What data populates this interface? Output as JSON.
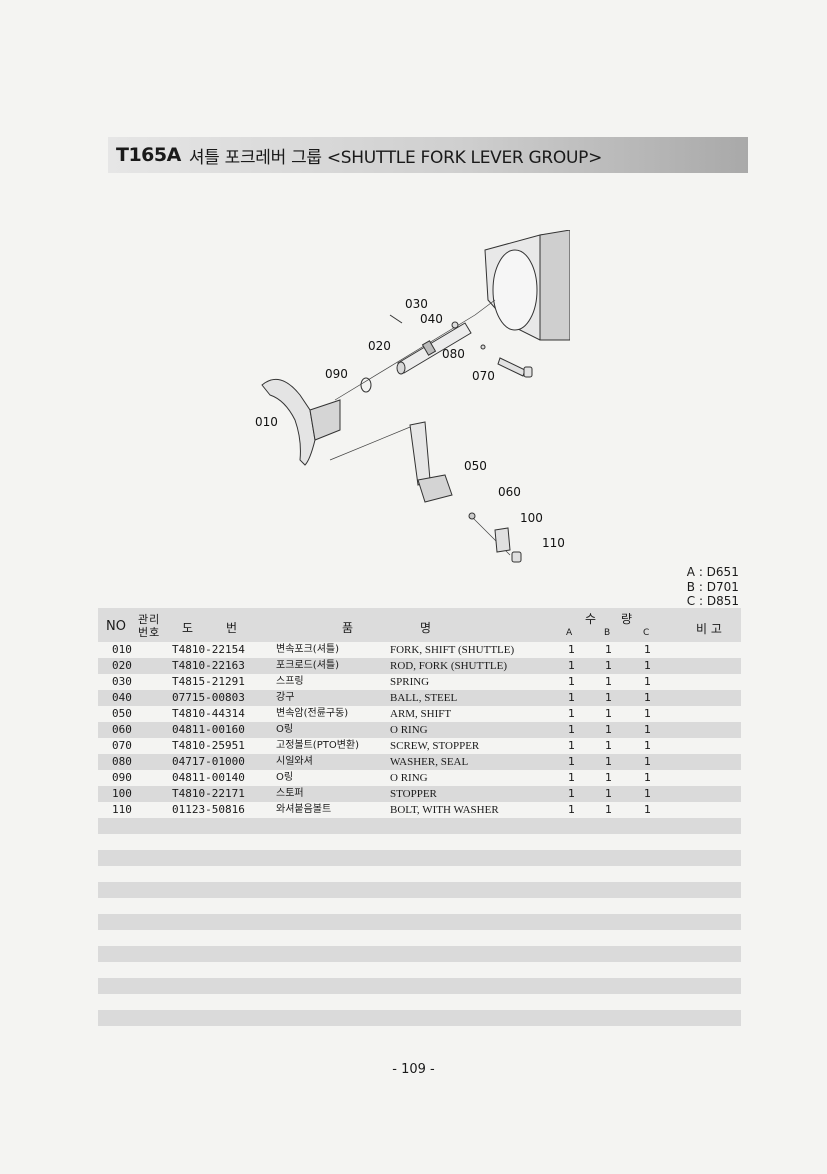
{
  "header": {
    "code": "T165A",
    "title": "셔틀 포크레버 그룹 <SHUTTLE FORK LEVER GROUP>"
  },
  "diagram": {
    "callouts": [
      "030",
      "040",
      "020",
      "080",
      "090",
      "070",
      "010",
      "050",
      "060",
      "100",
      "110"
    ]
  },
  "legend": [
    "A : D651",
    "B : D701",
    "C : D851"
  ],
  "table": {
    "headers": {
      "no": "NO",
      "ref_top": "관리",
      "ref_bottom": "번호",
      "do": "도",
      "beon": "번",
      "pum": "품",
      "myeong": "명",
      "su": "수",
      "ryang": "량",
      "a": "A",
      "b": "B",
      "c": "C",
      "remark": "비 고"
    },
    "rows": [
      {
        "no": "010",
        "part": "T4810-22154",
        "kor": "변속포크(셔틀)",
        "eng": "FORK, SHIFT (SHUTTLE)",
        "a": "1",
        "b": "1",
        "c": "1"
      },
      {
        "no": "020",
        "part": "T4810-22163",
        "kor": "포크로드(셔틀)",
        "eng": "ROD, FORK (SHUTTLE)",
        "a": "1",
        "b": "1",
        "c": "1"
      },
      {
        "no": "030",
        "part": "T4815-21291",
        "kor": "스프링",
        "eng": "SPRING",
        "a": "1",
        "b": "1",
        "c": "1"
      },
      {
        "no": "040",
        "part": "07715-00803",
        "kor": "강구",
        "eng": "BALL, STEEL",
        "a": "1",
        "b": "1",
        "c": "1"
      },
      {
        "no": "050",
        "part": "T4810-44314",
        "kor": "변속암(전륜구동)",
        "eng": "ARM, SHIFT",
        "a": "1",
        "b": "1",
        "c": "1"
      },
      {
        "no": "060",
        "part": "04811-00160",
        "kor": "O링",
        "eng": "O RING",
        "a": "1",
        "b": "1",
        "c": "1"
      },
      {
        "no": "070",
        "part": "T4810-25951",
        "kor": "고정볼트(PTO변환)",
        "eng": "SCREW, STOPPER",
        "a": "1",
        "b": "1",
        "c": "1"
      },
      {
        "no": "080",
        "part": "04717-01000",
        "kor": "시일와셔",
        "eng": "WASHER, SEAL",
        "a": "1",
        "b": "1",
        "c": "1"
      },
      {
        "no": "090",
        "part": "04811-00140",
        "kor": "O링",
        "eng": "O RING",
        "a": "1",
        "b": "1",
        "c": "1"
      },
      {
        "no": "100",
        "part": "T4810-22171",
        "kor": "스토퍼",
        "eng": "STOPPER",
        "a": "1",
        "b": "1",
        "c": "1"
      },
      {
        "no": "110",
        "part": "01123-50816",
        "kor": "와셔붙음볼트",
        "eng": "BOLT, WITH WASHER",
        "a": "1",
        "b": "1",
        "c": "1"
      }
    ]
  },
  "footer": {
    "page_number": "- 109 -"
  }
}
